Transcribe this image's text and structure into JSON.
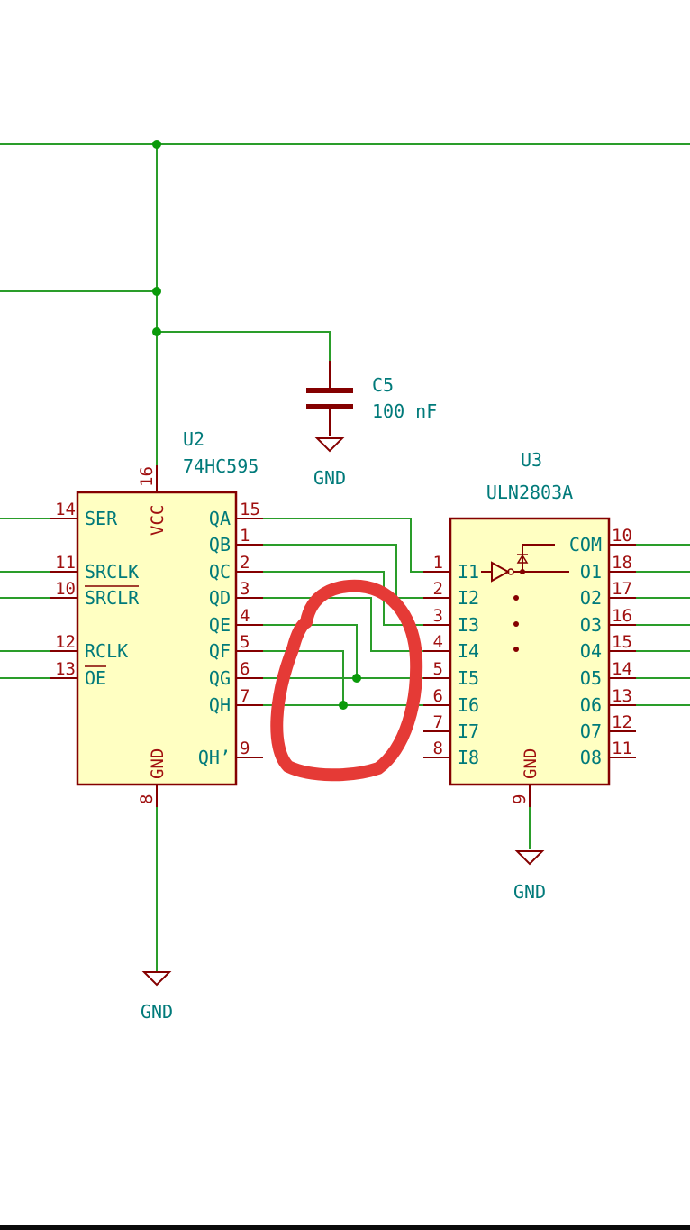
{
  "colors": {
    "wire": "#2a9d2a",
    "junction": "#0a9a0a",
    "body_fill": "#ffffc2",
    "body_stroke": "#840000",
    "pin_line": "#840000",
    "pin_text": "#a01010",
    "ref_text": "#007a7a",
    "cap": "#840000",
    "annotation": "#e53a36"
  },
  "c5": {
    "ref": "C5",
    "value": "100 nF",
    "gnd": "GND"
  },
  "u2": {
    "ref": "U2",
    "value": "74HC595",
    "vcc_pin": "16",
    "vcc_label": "VCC",
    "gnd_pin": "8",
    "gnd_label": "GND",
    "gnd_symbol": "GND",
    "left_pins": [
      {
        "num": "14",
        "name": "SER",
        "bar": false
      },
      {
        "num": "11",
        "name": "SRCLK",
        "bar": false
      },
      {
        "num": "10",
        "name": "SRCLR",
        "bar": true
      },
      {
        "num": "12",
        "name": "RCLK",
        "bar": false
      },
      {
        "num": "13",
        "name": "OE",
        "bar": true
      }
    ],
    "right_pins": [
      {
        "num": "15",
        "name": "QA"
      },
      {
        "num": "1",
        "name": "QB"
      },
      {
        "num": "2",
        "name": "QC"
      },
      {
        "num": "3",
        "name": "QD"
      },
      {
        "num": "4",
        "name": "QE"
      },
      {
        "num": "5",
        "name": "QF"
      },
      {
        "num": "6",
        "name": "QG"
      },
      {
        "num": "7",
        "name": "QH"
      },
      {
        "num": "9",
        "name": "QH’"
      }
    ]
  },
  "u3": {
    "ref": "U3",
    "value": "ULN2803A",
    "gnd_pin": "9",
    "gnd_label": "GND",
    "gnd_symbol": "GND",
    "com_label": "COM",
    "left_pins": [
      {
        "num": "1",
        "name": "I1"
      },
      {
        "num": "2",
        "name": "I2"
      },
      {
        "num": "3",
        "name": "I3"
      },
      {
        "num": "4",
        "name": "I4"
      },
      {
        "num": "5",
        "name": "I5"
      },
      {
        "num": "6",
        "name": "I6"
      },
      {
        "num": "7",
        "name": "I7"
      },
      {
        "num": "8",
        "name": "I8"
      }
    ],
    "right_pins": [
      {
        "num": "10",
        "name": "COM"
      },
      {
        "num": "18",
        "name": "O1"
      },
      {
        "num": "17",
        "name": "O2"
      },
      {
        "num": "16",
        "name": "O3"
      },
      {
        "num": "15",
        "name": "O4"
      },
      {
        "num": "14",
        "name": "O5"
      },
      {
        "num": "13",
        "name": "O6"
      },
      {
        "num": "12",
        "name": "O7"
      },
      {
        "num": "11",
        "name": "O8"
      }
    ]
  }
}
